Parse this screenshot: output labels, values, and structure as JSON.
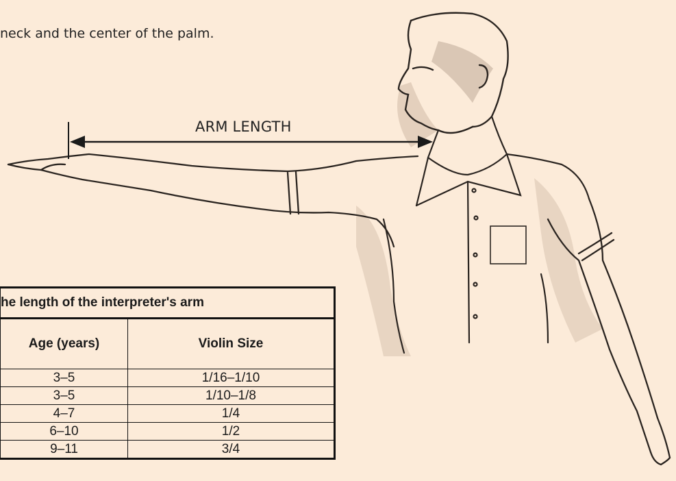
{
  "intro_text": "neck and the center of the palm.",
  "diagram": {
    "label": "ARM LENGTH"
  },
  "table": {
    "caption": "he length of the interpreter's arm",
    "headers": [
      "Age (years)",
      "Violin Size"
    ],
    "rows": [
      [
        "3–5",
        "1/16–1/10"
      ],
      [
        "3–5",
        "1/10–1/8"
      ],
      [
        "4–7",
        "1/4"
      ],
      [
        "6–10",
        "1/2"
      ],
      [
        "9–11",
        "3/4"
      ]
    ]
  }
}
